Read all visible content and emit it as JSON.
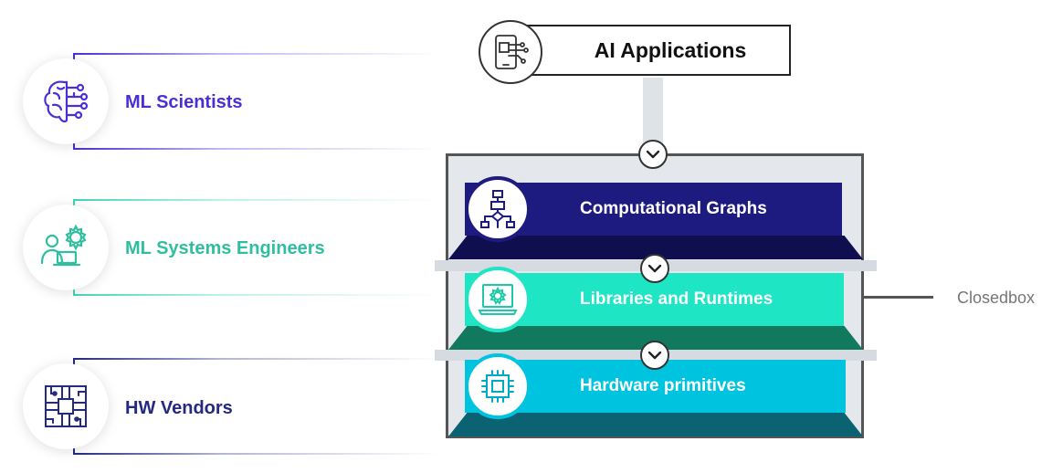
{
  "top": {
    "app_label": "AI Applications"
  },
  "roles": [
    {
      "label": "ML Scientists",
      "color": "#4b2fd6",
      "icon": "brain-circuit-icon"
    },
    {
      "label": "ML Systems Engineers",
      "color": "#2fbf9e",
      "icon": "engineer-gear-laptop-icon"
    },
    {
      "label": "HW Vendors",
      "color": "#232a80",
      "icon": "chip-circuit-icon"
    }
  ],
  "layers": [
    {
      "label": "Computational Graphs",
      "color": "#1d1b80",
      "shelf": "#0f0f50",
      "icon": "flowchart-icon"
    },
    {
      "label": "Libraries and Runtimes",
      "color": "#1ee6c4",
      "shelf": "#11795e",
      "icon": "laptop-gear-icon"
    },
    {
      "label": "Hardware primitives",
      "color": "#00c3e0",
      "shelf": "#0a6272",
      "icon": "processor-chip-icon"
    }
  ],
  "closedbox_label": "Closedbox"
}
